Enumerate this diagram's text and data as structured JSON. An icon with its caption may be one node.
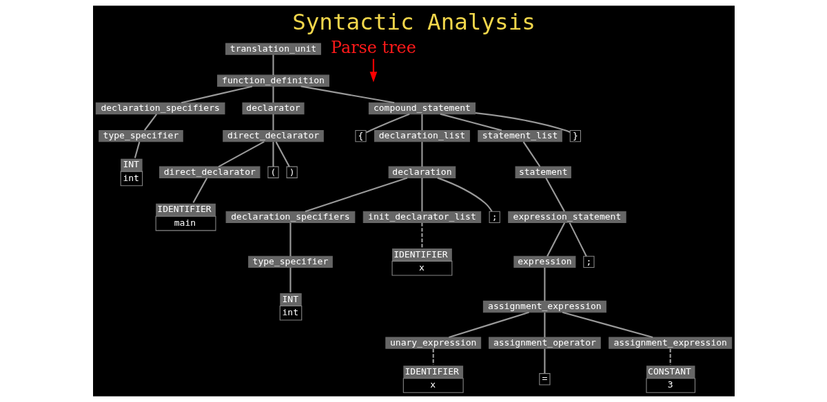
{
  "diagram": {
    "title": "Syntactic Analysis",
    "nodes": [
      {
        "text": [
          "translation_unit"
        ]
      },
      {
        "text": [
          "function_definition"
        ]
      },
      {
        "text": [
          "declaration_specifiers"
        ]
      },
      {
        "text": [
          "declarator"
        ]
      },
      {
        "text": [
          "compound_statement"
        ]
      },
      {
        "text": [
          "type_specifier"
        ]
      },
      {
        "text": [
          "INT",
          "int"
        ]
      },
      {
        "text": [
          "direct_declarator"
        ]
      },
      {
        "text": [
          "direct_declarator"
        ]
      },
      {
        "text": [
          "("
        ]
      },
      {
        "text": [
          ")"
        ]
      },
      {
        "text": [
          "IDENTIFIER",
          "main"
        ]
      },
      {
        "text": [
          "{"
        ]
      },
      {
        "text": [
          "declaration_list"
        ]
      },
      {
        "text": [
          "statement_list"
        ]
      },
      {
        "text": [
          "}"
        ]
      },
      {
        "text": [
          "declaration"
        ]
      },
      {
        "text": [
          "declaration_specifiers"
        ]
      },
      {
        "text": [
          "init_declarator_list"
        ]
      },
      {
        "text": [
          ";"
        ]
      },
      {
        "text": [
          "type_specifier"
        ]
      },
      {
        "text": [
          "INT",
          "int"
        ]
      },
      {
        "text": [
          "IDENTIFIER",
          "x"
        ]
      },
      {
        "text": [
          "statement"
        ]
      },
      {
        "text": [
          "expression_statement"
        ]
      },
      {
        "text": [
          "expression"
        ]
      },
      {
        "text": [
          ";"
        ]
      },
      {
        "text": [
          "assignment_expression"
        ]
      },
      {
        "text": [
          "unary_expression"
        ]
      },
      {
        "text": [
          "assignment_operator"
        ]
      },
      {
        "text": [
          "assignment_expression"
        ]
      },
      {
        "text": [
          "IDENTIFIER",
          "x"
        ]
      },
      {
        "text": [
          "="
        ]
      },
      {
        "text": [
          "CONSTANT",
          "3"
        ]
      },
      {
        "text": [
          "Parse tree"
        ]
      }
    ],
    "edges": [
      {
        "from": 0,
        "to": 1,
        "arrow": "none"
      },
      {
        "from": 1,
        "to": 2,
        "arrow": "none"
      },
      {
        "from": 1,
        "to": 3,
        "arrow": "none"
      },
      {
        "from": 1,
        "to": 4,
        "arrow": "none"
      },
      {
        "from": 2,
        "to": 5,
        "arrow": "none"
      },
      {
        "from": 5,
        "to": 6,
        "arrow": "none"
      },
      {
        "from": 3,
        "to": 7,
        "arrow": "none"
      },
      {
        "from": 7,
        "to": 8,
        "arrow": "none"
      },
      {
        "from": 7,
        "to": 9,
        "arrow": "none"
      },
      {
        "from": 7,
        "to": 10,
        "arrow": "none"
      },
      {
        "from": 8,
        "to": 11,
        "arrow": "none"
      },
      {
        "from": 4,
        "to": 12,
        "arrow": "none"
      },
      {
        "from": 4,
        "to": 13,
        "arrow": "none"
      },
      {
        "from": 4,
        "to": 14,
        "arrow": "none"
      },
      {
        "from": 4,
        "to": 15,
        "arrow": "none"
      },
      {
        "from": 13,
        "to": 16,
        "arrow": "none"
      },
      {
        "from": 16,
        "to": 17,
        "arrow": "none"
      },
      {
        "from": 16,
        "to": 18,
        "arrow": "none"
      },
      {
        "from": 16,
        "to": 19,
        "arrow": "none"
      },
      {
        "from": 17,
        "to": 20,
        "arrow": "none"
      },
      {
        "from": 20,
        "to": 21,
        "arrow": "none"
      },
      {
        "from": 18,
        "to": 22,
        "arrow": "none",
        "style": "dashed"
      },
      {
        "from": 14,
        "to": 23,
        "arrow": "none"
      },
      {
        "from": 23,
        "to": 24,
        "arrow": "none"
      },
      {
        "from": 24,
        "to": 25,
        "arrow": "none"
      },
      {
        "from": 24,
        "to": 26,
        "arrow": "none"
      },
      {
        "from": 25,
        "to": 27,
        "arrow": "none"
      },
      {
        "from": 27,
        "to": 28,
        "arrow": "none"
      },
      {
        "from": 27,
        "to": 29,
        "arrow": "none"
      },
      {
        "from": 27,
        "to": 30,
        "arrow": "none"
      },
      {
        "from": 28,
        "to": 31,
        "arrow": "none",
        "style": "dashed"
      },
      {
        "from": 29,
        "to": 32,
        "arrow": "none"
      },
      {
        "from": 30,
        "to": 33,
        "arrow": "none",
        "style": "dashed"
      },
      {
        "from": 34,
        "to": null,
        "arrow": "to",
        "color": "#ff0000"
      }
    ]
  }
}
